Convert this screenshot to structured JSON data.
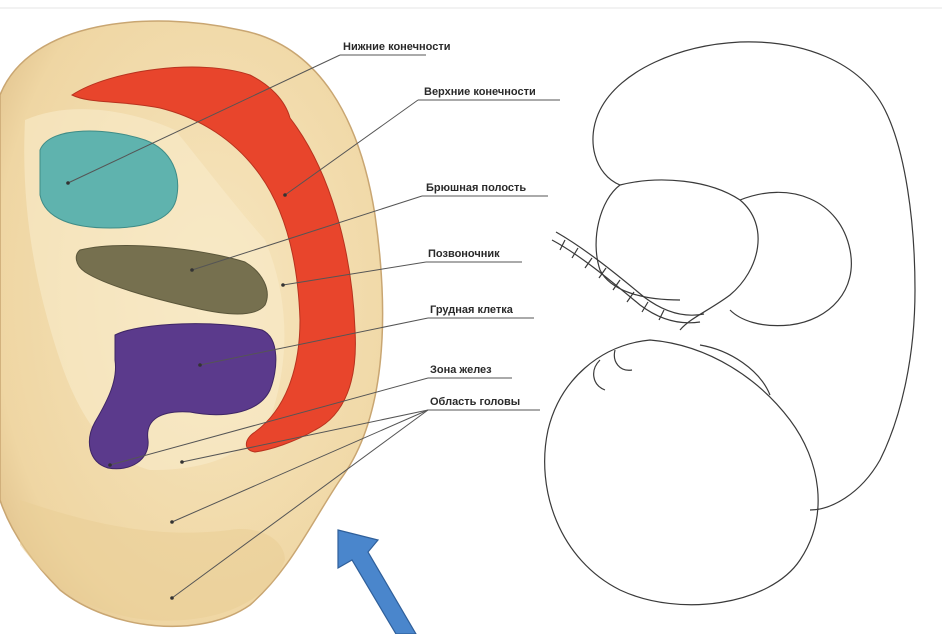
{
  "labels": {
    "lower_limbs": "Нижние конечности",
    "upper_limbs": "Верхние конечности",
    "abdominal_cavity": "Брюшная полость",
    "spine": "Позвоночник",
    "chest": "Грудная клетка",
    "glands_zone": "Зона желез",
    "head_area": "Область головы"
  },
  "colors": {
    "ear_skin": "#f2ddb0",
    "lower_limbs_zone": "#5fb3ae",
    "upper_limbs_zone": "#e8452c",
    "abdominal_zone": "#76704f",
    "chest_zone": "#5b3a8c",
    "arrow": "#4a86cc"
  }
}
